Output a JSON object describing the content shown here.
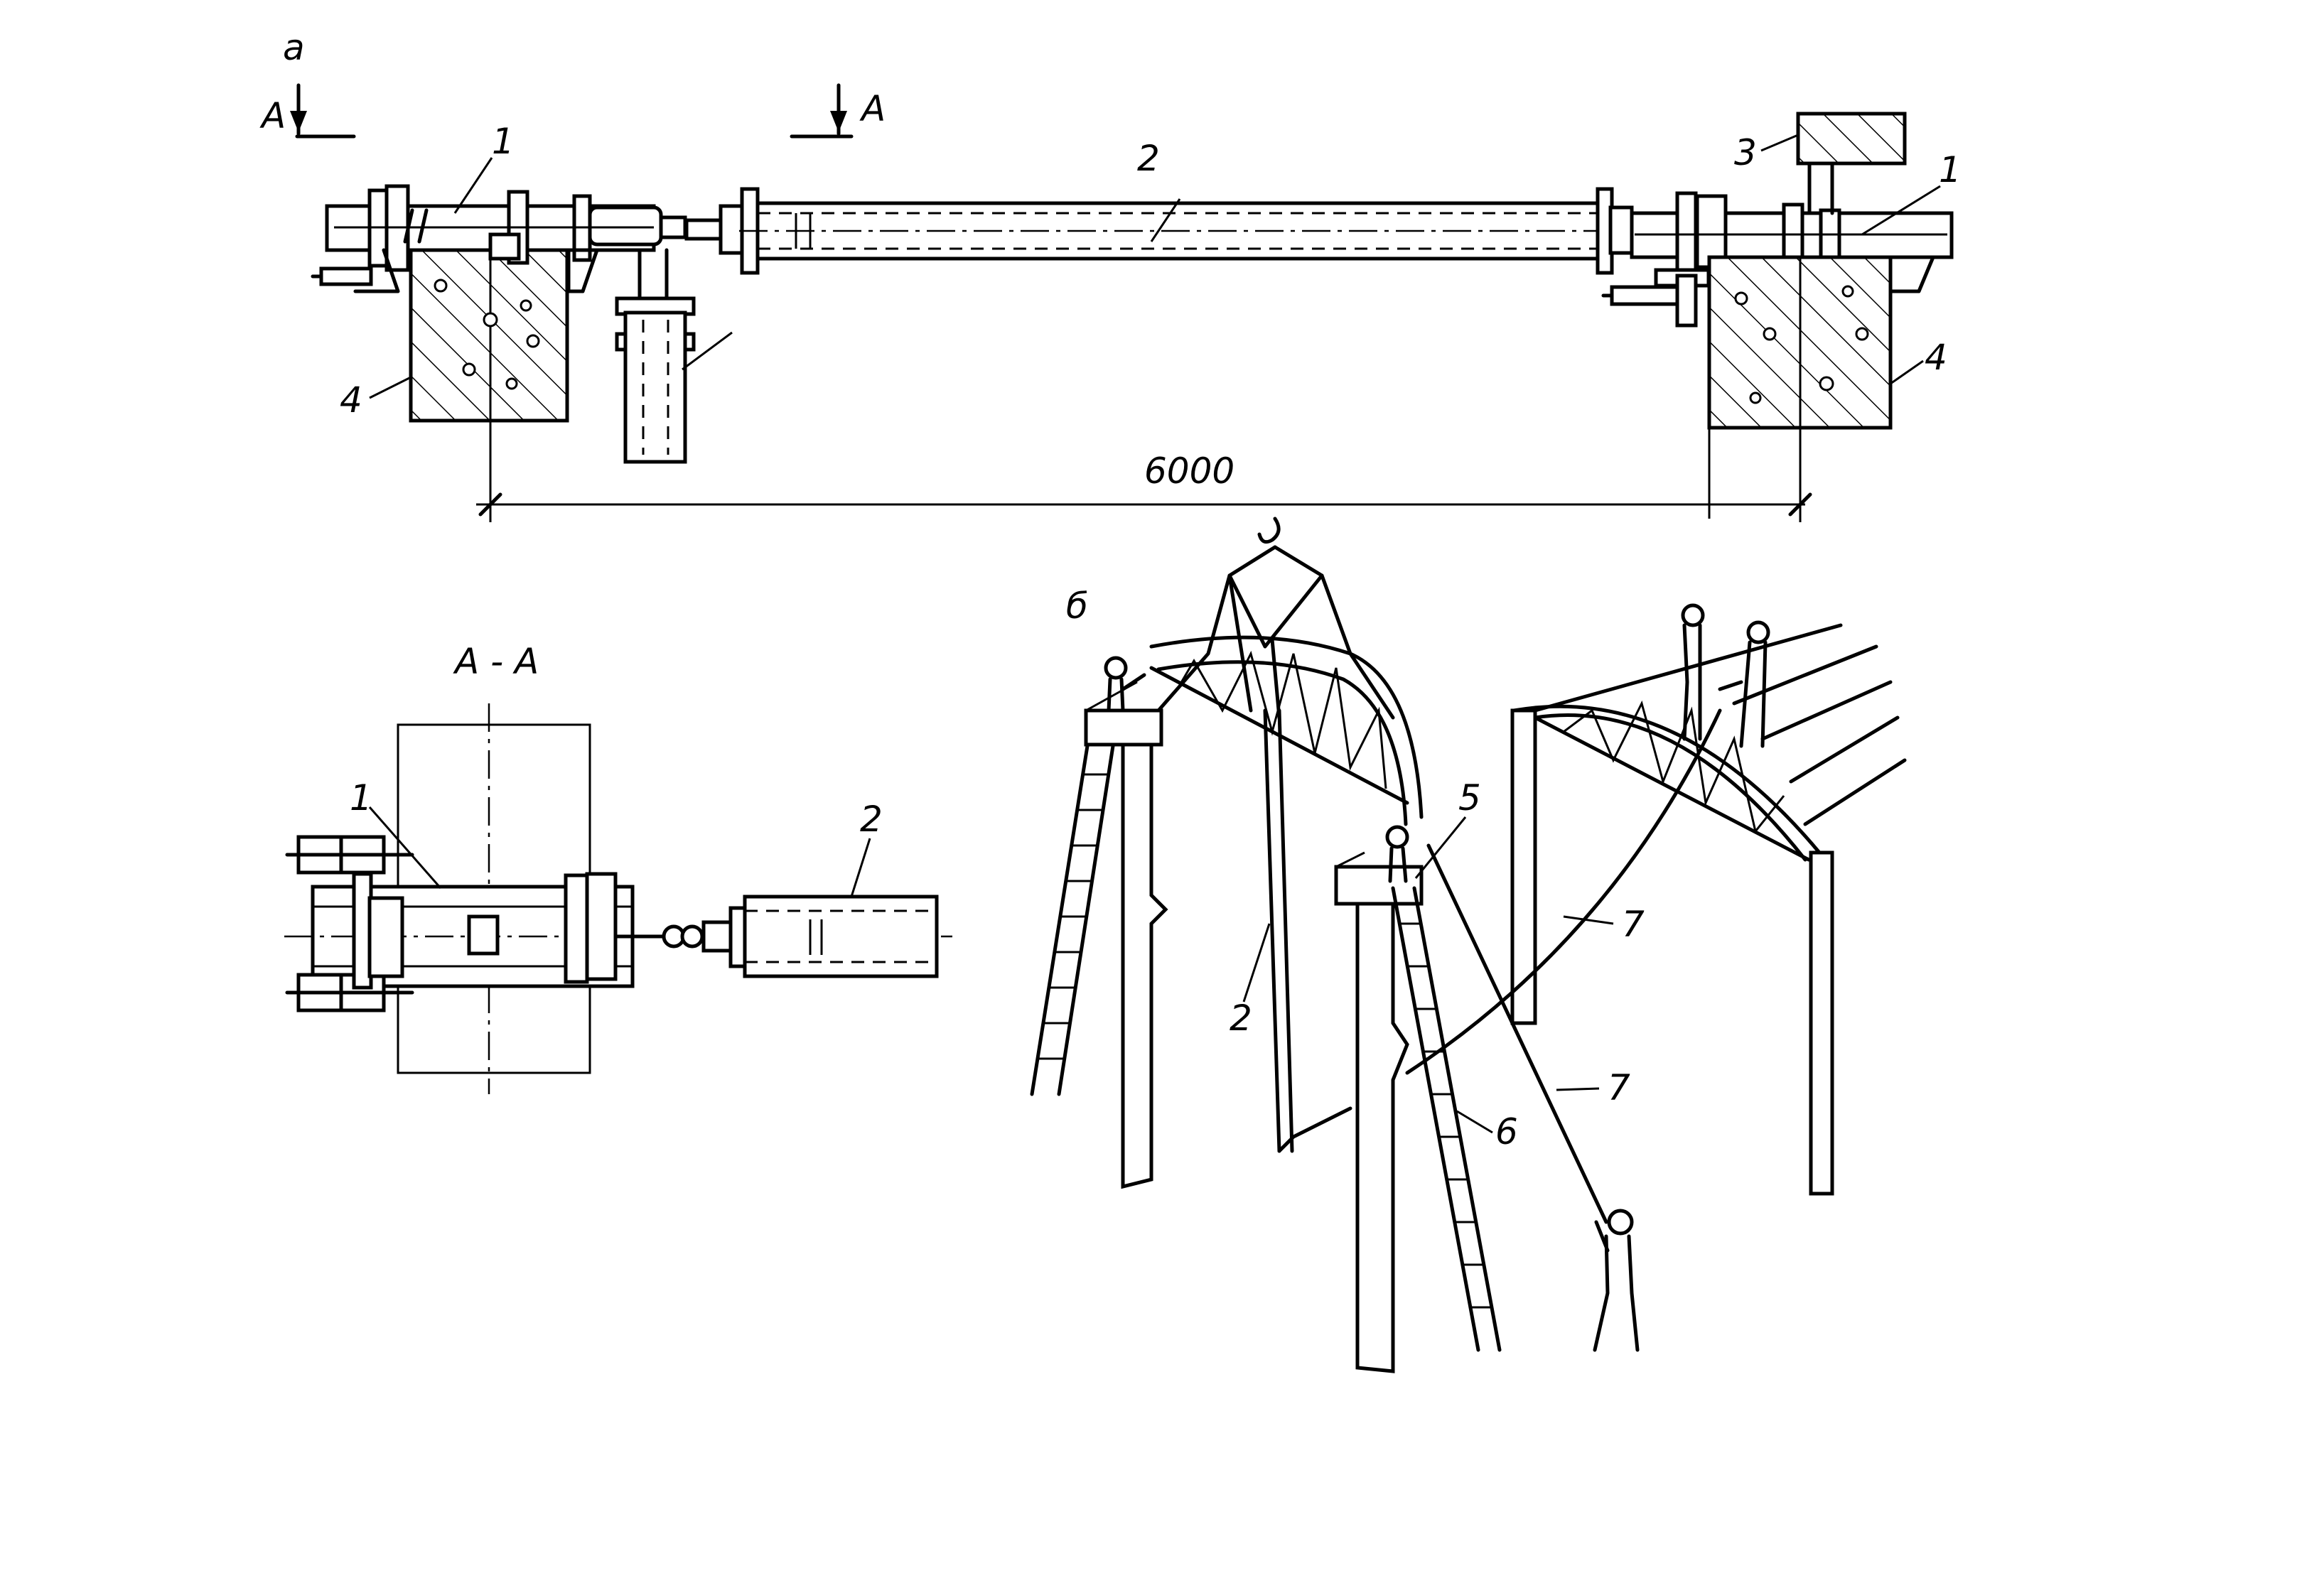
{
  "labels": {
    "view_a": "а",
    "view_b": "б",
    "section_mark_left": "А",
    "section_mark_right": "А",
    "section_title": "А - А",
    "dimension": "6000",
    "p1_top_left": "1",
    "p1_top_right": "1",
    "p2_top": "2",
    "p3_top": "3",
    "p4_left": "4",
    "p4_right": "4",
    "p1_section": "1",
    "p2_section": "2",
    "p2_persp": "2",
    "p5_persp": "5",
    "p6_persp": "6",
    "p7_persp_upper": "7",
    "p7_persp_lower": "7"
  }
}
